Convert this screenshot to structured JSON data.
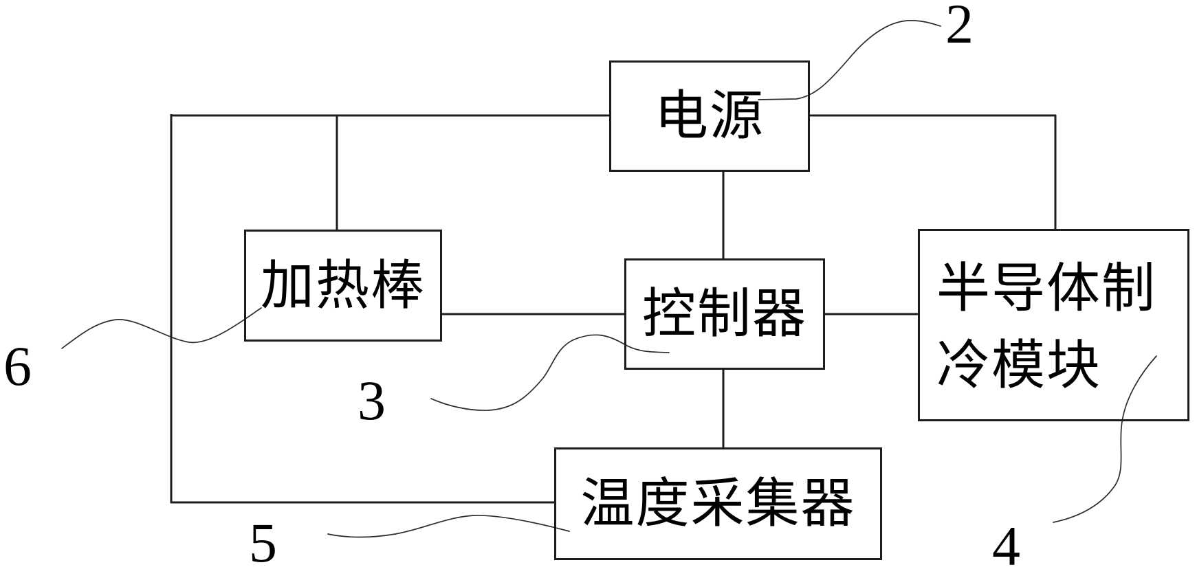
{
  "figure": {
    "colors": {
      "background": "#ffffff",
      "line": "#1d1d1d",
      "leader": "#2b2b2b",
      "text": "#000000"
    },
    "nodes": {
      "power": {
        "label": "电源"
      },
      "heater": {
        "label": "加热棒"
      },
      "controller": {
        "label": "控制器"
      },
      "cooler": {
        "line1": "半导体制",
        "line2": "冷模块"
      },
      "temp_collector": {
        "label": "温度采集器"
      }
    },
    "callouts": {
      "power": "2",
      "controller": "3",
      "cooler": "4",
      "temp_collector": "5",
      "heater": "6"
    }
  }
}
